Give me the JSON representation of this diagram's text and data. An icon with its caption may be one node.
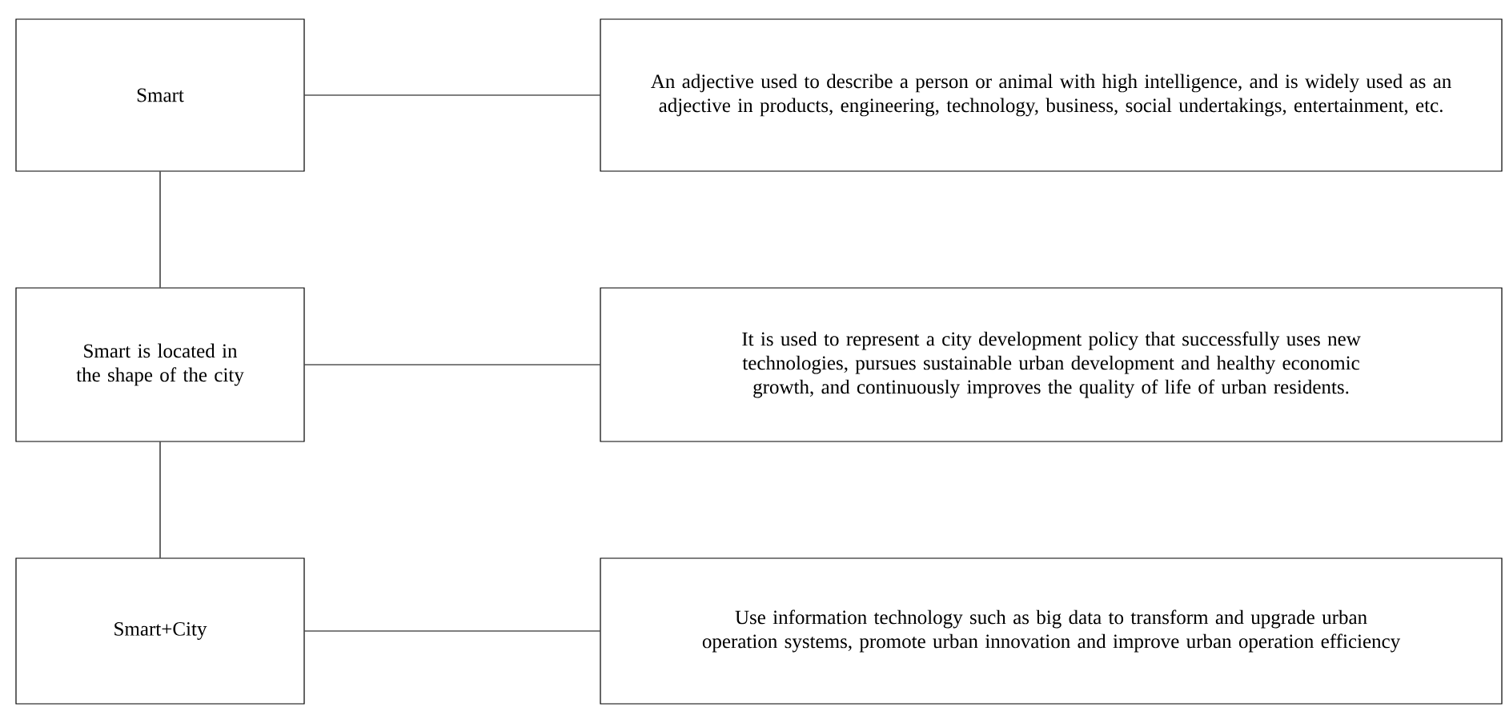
{
  "diagram": {
    "nodes": [
      {
        "text": [
          "Smart"
        ]
      },
      {
        "text": [
          "Smart is located in the shape of the city"
        ]
      },
      {
        "text": [
          "Smart+City"
        ]
      },
      {
        "text": [
          "An adjective used to describe a person or animal with high intelligence, and is widely used as an adjective in products, engineering, technology, business, social undertakings, entertainment, etc."
        ]
      },
      {
        "text": [
          "It is used to represent a city development policy that successfully uses new technologies, pursues sustainable urban development and healthy economic growth, and continuously improves the quality of life of urban residents."
        ]
      },
      {
        "text": [
          "Use information technology such as big data to transform and upgrade urban operation systems, promote urban innovation and improve urban operation efficiency"
        ]
      }
    ],
    "edges": [
      {
        "from": 0,
        "to": 1,
        "arrow": "none"
      },
      {
        "from": 1,
        "to": 2,
        "arrow": "none"
      },
      {
        "from": 0,
        "to": 3,
        "arrow": "none"
      },
      {
        "from": 1,
        "to": 4,
        "arrow": "none"
      },
      {
        "from": 2,
        "to": 5,
        "arrow": "none"
      }
    ]
  }
}
